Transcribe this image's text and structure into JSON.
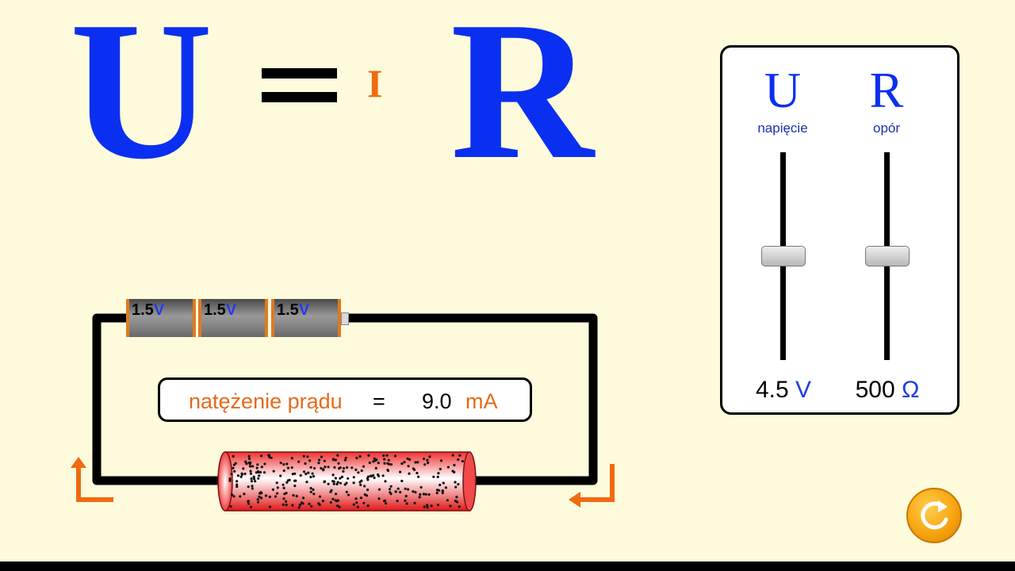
{
  "formula": {
    "u": "U",
    "i": "I",
    "r": "R"
  },
  "panel": {
    "voltage": {
      "letter": "U",
      "caption": "napięcie",
      "value": "4.5",
      "unit": "V",
      "slider_level": 0.5
    },
    "resistance": {
      "letter": "R",
      "caption": "opór",
      "value": "500",
      "unit": "Ω",
      "slider_level": 0.5
    }
  },
  "circuit": {
    "batteries": [
      {
        "value": "1.5",
        "unit": "V"
      },
      {
        "value": "1.5",
        "unit": "V"
      },
      {
        "value": "1.5",
        "unit": "V"
      }
    ],
    "current": {
      "label": "natężenie prądu",
      "equals": "=",
      "value": "9.0",
      "unit": "mA"
    }
  },
  "icons": {
    "reset": "rotate-arrow-icon",
    "direction_arrows": "corner-arrow-icon"
  },
  "colors": {
    "background": "#fdfbdc",
    "formula_blue": "#0b2ff0",
    "current_orange": "#e8691a",
    "resistor_red": "#f03030",
    "reset_orange": "#f5a10d"
  }
}
